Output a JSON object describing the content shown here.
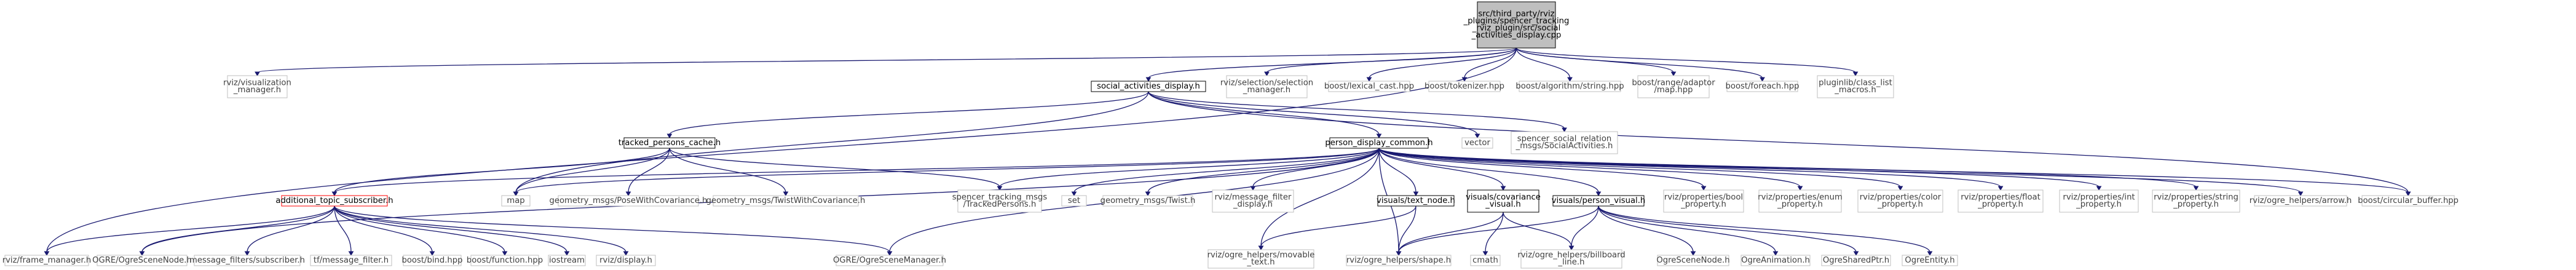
{
  "colors": {
    "edge": "#191970",
    "root_fill": "#bfbfbf",
    "root_border": "#000000",
    "documented_border": "#000000",
    "external_border": "#bfbfbf",
    "local_missing_border": "#ff0000",
    "text": "#000000",
    "external_text": "#404040"
  },
  "nodes": {
    "root": {
      "lines": [
        "src/third_party/rviz",
        "_plugins/spencer_tracking",
        "_rviz_plugin/src/social",
        "_activities_display.cpp"
      ],
      "kind": "root"
    },
    "rviz_visualization_manager": {
      "lines": [
        "rviz/visualization",
        "_manager.h"
      ],
      "kind": "external"
    },
    "social_activities_display_h": {
      "lines": [
        "social_activities_display.h"
      ],
      "kind": "documented"
    },
    "rviz_selection_manager": {
      "lines": [
        "rviz/selection/selection",
        "_manager.h"
      ],
      "kind": "external"
    },
    "boost_lexical_cast": {
      "lines": [
        "boost/lexical_cast.hpp"
      ],
      "kind": "external"
    },
    "boost_tokenizer": {
      "lines": [
        "boost/tokenizer.hpp"
      ],
      "kind": "external"
    },
    "boost_algorithm_string": {
      "lines": [
        "boost/algorithm/string.hpp"
      ],
      "kind": "external"
    },
    "boost_range_adaptor_map": {
      "lines": [
        "boost/range/adaptor",
        "/map.hpp"
      ],
      "kind": "external"
    },
    "boost_foreach": {
      "lines": [
        "boost/foreach.hpp"
      ],
      "kind": "external"
    },
    "pluginlib_class_list_macros": {
      "lines": [
        "pluginlib/class_list",
        "_macros.h"
      ],
      "kind": "external"
    },
    "tracked_persons_cache": {
      "lines": [
        "tracked_persons_cache.h"
      ],
      "kind": "documented"
    },
    "person_display_common": {
      "lines": [
        "person_display_common.h"
      ],
      "kind": "documented"
    },
    "vector": {
      "lines": [
        "vector"
      ],
      "kind": "external"
    },
    "spencer_social_relation": {
      "lines": [
        "spencer_social_relation",
        "_msgs/SocialActivities.h"
      ],
      "kind": "external"
    },
    "additional_topic_subscriber": {
      "lines": [
        "additional_topic_subscriber.h"
      ],
      "kind": "missing"
    },
    "map": {
      "lines": [
        "map"
      ],
      "kind": "external"
    },
    "geometry_msgs_pose_cov": {
      "lines": [
        "geometry_msgs/PoseWithCovariance.h"
      ],
      "kind": "external"
    },
    "geometry_msgs_twist_cov": {
      "lines": [
        "geometry_msgs/TwistWithCovariance.h"
      ],
      "kind": "external"
    },
    "spencer_tracking_msgs": {
      "lines": [
        "spencer_tracking_msgs",
        "/TrackedPersons.h"
      ],
      "kind": "external"
    },
    "set": {
      "lines": [
        "set"
      ],
      "kind": "external"
    },
    "geometry_msgs_twist": {
      "lines": [
        "geometry_msgs/Twist.h"
      ],
      "kind": "external"
    },
    "rviz_message_filter_display": {
      "lines": [
        "rviz/message_filter",
        "_display.h"
      ],
      "kind": "external"
    },
    "visuals_text_node": {
      "lines": [
        "visuals/text_node.h"
      ],
      "kind": "documented"
    },
    "visuals_covariance_visual": {
      "lines": [
        "visuals/covariance",
        "_visual.h"
      ],
      "kind": "documented"
    },
    "visuals_person_visual": {
      "lines": [
        "visuals/person_visual.h"
      ],
      "kind": "documented"
    },
    "rviz_properties_bool": {
      "lines": [
        "rviz/properties/bool",
        "_property.h"
      ],
      "kind": "external"
    },
    "rviz_properties_enum": {
      "lines": [
        "rviz/properties/enum",
        "_property.h"
      ],
      "kind": "external"
    },
    "rviz_properties_color": {
      "lines": [
        "rviz/properties/color",
        "_property.h"
      ],
      "kind": "external"
    },
    "rviz_properties_float": {
      "lines": [
        "rviz/properties/float",
        "_property.h"
      ],
      "kind": "external"
    },
    "rviz_properties_int": {
      "lines": [
        "rviz/properties/int",
        "_property.h"
      ],
      "kind": "external"
    },
    "rviz_properties_string": {
      "lines": [
        "rviz/properties/string",
        "_property.h"
      ],
      "kind": "external"
    },
    "rviz_ogre_helpers_arrow": {
      "lines": [
        "rviz/ogre_helpers/arrow.h"
      ],
      "kind": "external"
    },
    "boost_circular_buffer": {
      "lines": [
        "boost/circular_buffer.hpp"
      ],
      "kind": "external"
    },
    "rviz_frame_manager": {
      "lines": [
        "rviz/frame_manager.h"
      ],
      "kind": "external"
    },
    "ogre_scene_node_h": {
      "lines": [
        "OGRE/OgreSceneNode.h"
      ],
      "kind": "external"
    },
    "message_filters_subscriber": {
      "lines": [
        "message_filters/subscriber.h"
      ],
      "kind": "external"
    },
    "tf_message_filter": {
      "lines": [
        "tf/message_filter.h"
      ],
      "kind": "external"
    },
    "boost_bind": {
      "lines": [
        "boost/bind.hpp"
      ],
      "kind": "external"
    },
    "boost_function": {
      "lines": [
        "boost/function.hpp"
      ],
      "kind": "external"
    },
    "iostream": {
      "lines": [
        "iostream"
      ],
      "kind": "external"
    },
    "rviz_display": {
      "lines": [
        "rviz/display.h"
      ],
      "kind": "external"
    },
    "ogre_scene_manager": {
      "lines": [
        "OGRE/OgreSceneManager.h"
      ],
      "kind": "external"
    },
    "rviz_ogre_movable_text": {
      "lines": [
        "rviz/ogre_helpers/movable",
        "_text.h"
      ],
      "kind": "external"
    },
    "rviz_ogre_shape": {
      "lines": [
        "rviz/ogre_helpers/shape.h"
      ],
      "kind": "external"
    },
    "cmath": {
      "lines": [
        "cmath"
      ],
      "kind": "external"
    },
    "rviz_ogre_billboard_line": {
      "lines": [
        "rviz/ogre_helpers/billboard",
        "_line.h"
      ],
      "kind": "external"
    },
    "ogre_scene_node": {
      "lines": [
        "OgreSceneNode.h"
      ],
      "kind": "external"
    },
    "ogre_animation": {
      "lines": [
        "OgreAnimation.h"
      ],
      "kind": "external"
    },
    "ogre_shared_ptr": {
      "lines": [
        "OgreSharedPtr.h"
      ],
      "kind": "external"
    },
    "ogre_entity": {
      "lines": [
        "OgreEntity.h"
      ],
      "kind": "external"
    }
  },
  "edges": [
    [
      "root",
      "rviz_visualization_manager"
    ],
    [
      "root",
      "social_activities_display_h"
    ],
    [
      "root",
      "rviz_selection_manager"
    ],
    [
      "root",
      "boost_lexical_cast"
    ],
    [
      "root",
      "boost_tokenizer"
    ],
    [
      "root",
      "boost_algorithm_string"
    ],
    [
      "root",
      "boost_range_adaptor_map"
    ],
    [
      "root",
      "boost_foreach"
    ],
    [
      "root",
      "pluginlib_class_list_macros"
    ],
    [
      "root",
      "rviz_frame_manager"
    ],
    [
      "social_activities_display_h",
      "tracked_persons_cache"
    ],
    [
      "social_activities_display_h",
      "person_display_common"
    ],
    [
      "social_activities_display_h",
      "vector"
    ],
    [
      "social_activities_display_h",
      "spencer_social_relation"
    ],
    [
      "social_activities_display_h",
      "map"
    ],
    [
      "social_activities_display_h",
      "boost_circular_buffer"
    ],
    [
      "tracked_persons_cache",
      "additional_topic_subscriber"
    ],
    [
      "tracked_persons_cache",
      "map"
    ],
    [
      "tracked_persons_cache",
      "geometry_msgs_pose_cov"
    ],
    [
      "tracked_persons_cache",
      "geometry_msgs_twist_cov"
    ],
    [
      "tracked_persons_cache",
      "spencer_tracking_msgs"
    ],
    [
      "person_display_common",
      "additional_topic_subscriber"
    ],
    [
      "person_display_common",
      "map"
    ],
    [
      "person_display_common",
      "spencer_tracking_msgs"
    ],
    [
      "person_display_common",
      "set"
    ],
    [
      "person_display_common",
      "geometry_msgs_twist"
    ],
    [
      "person_display_common",
      "rviz_message_filter_display"
    ],
    [
      "person_display_common",
      "visuals_text_node"
    ],
    [
      "person_display_common",
      "visuals_covariance_visual"
    ],
    [
      "person_display_common",
      "visuals_person_visual"
    ],
    [
      "person_display_common",
      "rviz_properties_bool"
    ],
    [
      "person_display_common",
      "rviz_properties_enum"
    ],
    [
      "person_display_common",
      "rviz_properties_color"
    ],
    [
      "person_display_common",
      "rviz_properties_float"
    ],
    [
      "person_display_common",
      "rviz_properties_int"
    ],
    [
      "person_display_common",
      "rviz_properties_string"
    ],
    [
      "person_display_common",
      "rviz_ogre_helpers_arrow"
    ],
    [
      "person_display_common",
      "boost_circular_buffer"
    ],
    [
      "person_display_common",
      "ogre_scene_node_h"
    ],
    [
      "person_display_common",
      "ogre_scene_manager"
    ],
    [
      "person_display_common",
      "rviz_ogre_shape"
    ],
    [
      "person_display_common",
      "rviz_ogre_movable_text"
    ],
    [
      "additional_topic_subscriber",
      "rviz_frame_manager"
    ],
    [
      "additional_topic_subscriber",
      "ogre_scene_node_h"
    ],
    [
      "additional_topic_subscriber",
      "message_filters_subscriber"
    ],
    [
      "additional_topic_subscriber",
      "tf_message_filter"
    ],
    [
      "additional_topic_subscriber",
      "boost_bind"
    ],
    [
      "additional_topic_subscriber",
      "boost_function"
    ],
    [
      "additional_topic_subscriber",
      "iostream"
    ],
    [
      "additional_topic_subscriber",
      "rviz_display"
    ],
    [
      "additional_topic_subscriber",
      "ogre_scene_manager"
    ],
    [
      "visuals_text_node",
      "rviz_ogre_movable_text"
    ],
    [
      "visuals_text_node",
      "rviz_ogre_shape"
    ],
    [
      "visuals_covariance_visual",
      "rviz_ogre_shape"
    ],
    [
      "visuals_covariance_visual",
      "cmath"
    ],
    [
      "visuals_covariance_visual",
      "rviz_ogre_billboard_line"
    ],
    [
      "visuals_person_visual",
      "rviz_ogre_shape"
    ],
    [
      "visuals_person_visual",
      "rviz_ogre_billboard_line"
    ],
    [
      "visuals_person_visual",
      "ogre_scene_node"
    ],
    [
      "visuals_person_visual",
      "ogre_animation"
    ],
    [
      "visuals_person_visual",
      "ogre_shared_ptr"
    ],
    [
      "visuals_person_visual",
      "ogre_entity"
    ]
  ]
}
